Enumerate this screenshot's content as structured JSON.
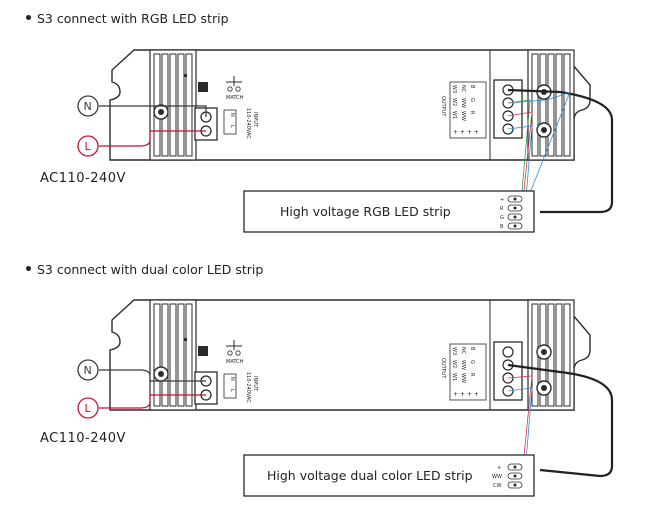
{
  "sections": [
    {
      "heading": "S3 connect with RGB LED strip",
      "ac_label": "AC110-240V",
      "neutral_label": "N",
      "live_label": "L",
      "match_label": "MATCH",
      "input_label_line1": "INPUT",
      "input_label_line2": "110-240VAC",
      "input_terminals": [
        "N",
        "L"
      ],
      "output_label": "OUTPUT",
      "output_channels_col1": [
        "W3",
        "W2",
        "W1"
      ],
      "output_channels_col2": [
        "NC",
        "WW",
        "WW"
      ],
      "output_channels_col3": [
        "B",
        "G",
        "R"
      ],
      "strip_name": "High voltage RGB LED strip",
      "strip_terminals": [
        "+",
        "R",
        "G",
        "B"
      ],
      "wire_colors": [
        "#3a3a3a",
        "#d6334a",
        "#2f9e4f",
        "#2a8fd6"
      ]
    },
    {
      "heading": "S3 connect with dual color LED strip",
      "ac_label": "AC110-240V",
      "neutral_label": "N",
      "live_label": "L",
      "match_label": "MATCH",
      "input_label_line1": "INPUT",
      "input_label_line2": "110-240VAC",
      "input_terminals": [
        "N",
        "L"
      ],
      "output_label": "OUTPUT",
      "output_channels_col1": [
        "W3",
        "W2",
        "W1"
      ],
      "output_channels_col2": [
        "NC",
        "WW",
        "WW"
      ],
      "output_channels_col3": [
        "B",
        "G",
        "R"
      ],
      "strip_name": "High voltage dual color LED strip",
      "strip_terminals": [
        "+",
        "WW",
        "CW"
      ],
      "wire_colors": [
        "#3a3a3a",
        "#d6334a",
        "#2a8fd6"
      ]
    }
  ],
  "colors": {
    "neutral": "#3a3a3a",
    "live": "#c8102e",
    "outline": "#2b2b2b"
  }
}
